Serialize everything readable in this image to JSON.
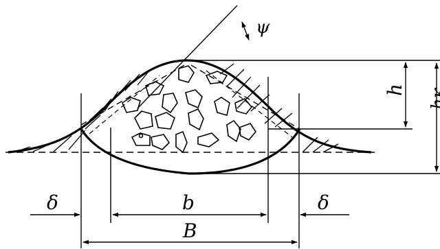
{
  "figure": {
    "labels": {
      "psi": "ψ",
      "h": "h",
      "h_k": "hк",
      "b": "b",
      "B": "B",
      "delta_left": "δ",
      "delta_right": "δ"
    },
    "ink_color": "#000000",
    "background_color": "#ffffff"
  }
}
